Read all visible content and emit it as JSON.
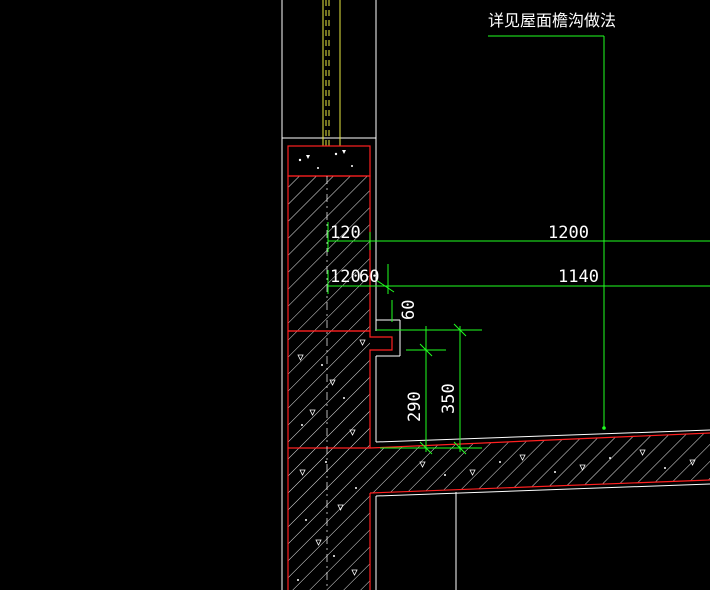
{
  "drawing": {
    "annotation": "详见屋面檐沟做法",
    "dimensions": {
      "top_left": "120",
      "top_span": "1200",
      "mid_left": "120",
      "mid_mid": "60",
      "mid_span": "1140",
      "notch": "60",
      "inner_height": "290",
      "outer_height": "350"
    }
  },
  "colors": {
    "background": "#000000",
    "outline": "#ffffff",
    "section": "#ff2020",
    "dimension": "#20ff20",
    "centerline": "#ffff40"
  }
}
